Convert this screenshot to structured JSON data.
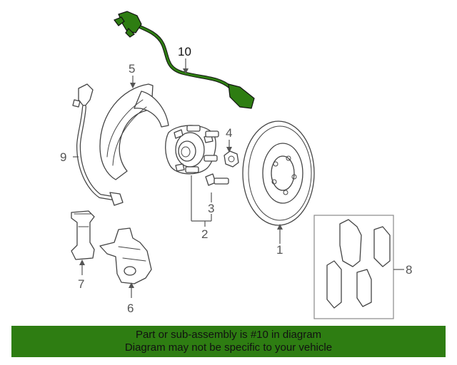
{
  "callouts": {
    "c1": "1",
    "c2": "2",
    "c3": "3",
    "c4": "4",
    "c5": "5",
    "c6": "6",
    "c7": "7",
    "c8": "8",
    "c9": "9",
    "c10": "10"
  },
  "colors": {
    "highlight_part": "#2e7d12",
    "banner_bg": "#2e7d12",
    "line": "#444444"
  },
  "banner": {
    "line1": "Part or sub-assembly is #10 in diagram",
    "line2": "Diagram may not be specific to your vehicle"
  }
}
